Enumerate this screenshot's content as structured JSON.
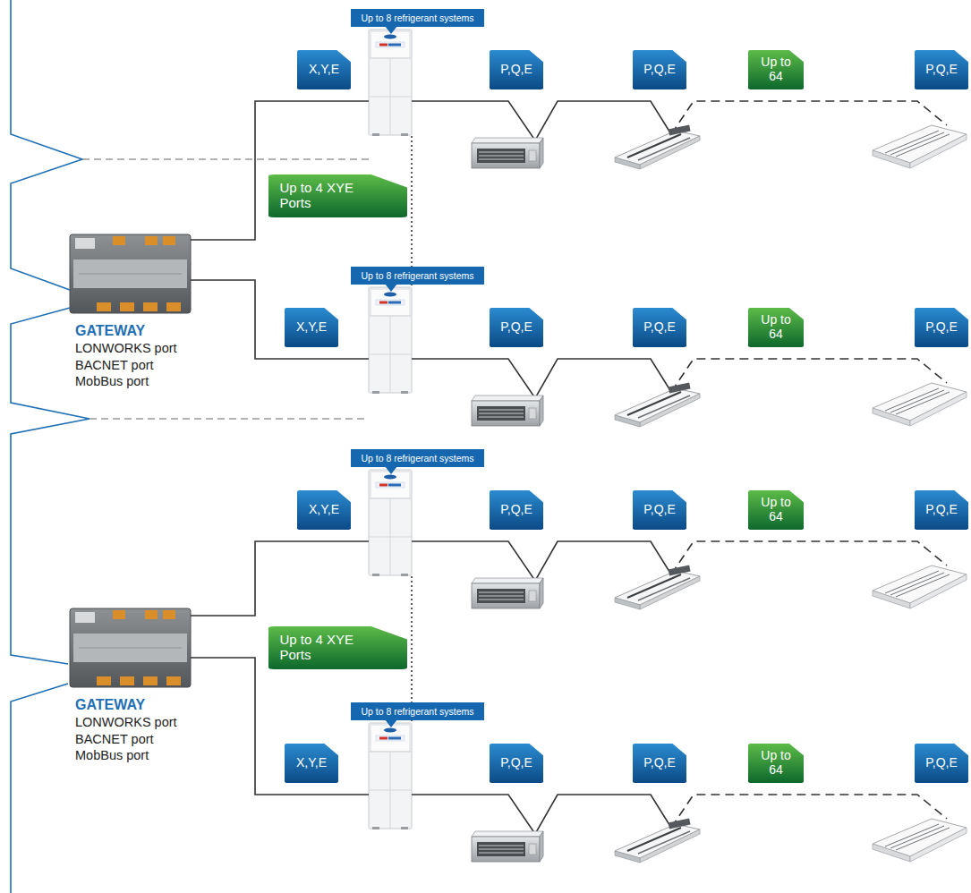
{
  "diagram": {
    "nodes": [
      {
        "text": [
          "Up to 8 refrigerant systems"
        ]
      },
      {
        "text": [
          "X,Y,E"
        ]
      },
      {
        "text": [
          "P,Q,E"
        ]
      },
      {
        "text": [
          "P,Q,E"
        ]
      },
      {
        "text": [
          "Up to 64"
        ]
      },
      {
        "text": [
          "P,Q,E"
        ]
      },
      {
        "text": [
          "Up to 4 XYE Ports"
        ]
      },
      {
        "text": [
          "Up to 8 refrigerant systems"
        ]
      },
      {
        "text": [
          "X,Y,E"
        ]
      },
      {
        "text": [
          "P,Q,E"
        ]
      },
      {
        "text": [
          "P,Q,E"
        ]
      },
      {
        "text": [
          "Up to 64"
        ]
      },
      {
        "text": [
          "P,Q,E"
        ]
      },
      {
        "text": [
          "GATEWAY",
          "LONWORKS port BACNET port MobBus port"
        ]
      },
      {
        "text": [
          "Up to 8 refrigerant systems"
        ]
      },
      {
        "text": [
          "X,Y,E"
        ]
      },
      {
        "text": [
          "P,Q,E"
        ]
      },
      {
        "text": [
          "P,Q,E"
        ]
      },
      {
        "text": [
          "Up to 64"
        ]
      },
      {
        "text": [
          "P,Q,E"
        ]
      },
      {
        "text": [
          "Up to 4 XYE Ports"
        ]
      },
      {
        "text": [
          "Up to 8 refrigerant systems"
        ]
      },
      {
        "text": [
          "X,Y,E"
        ]
      },
      {
        "text": [
          "P,Q,E"
        ]
      },
      {
        "text": [
          "P,Q,E"
        ]
      },
      {
        "text": [
          "Up to 64"
        ]
      },
      {
        "text": [
          "P,Q,E"
        ]
      },
      {
        "text": [
          "GATEWAY",
          "LONWORKS port BACNET port MobBus port"
        ]
      }
    ]
  }
}
